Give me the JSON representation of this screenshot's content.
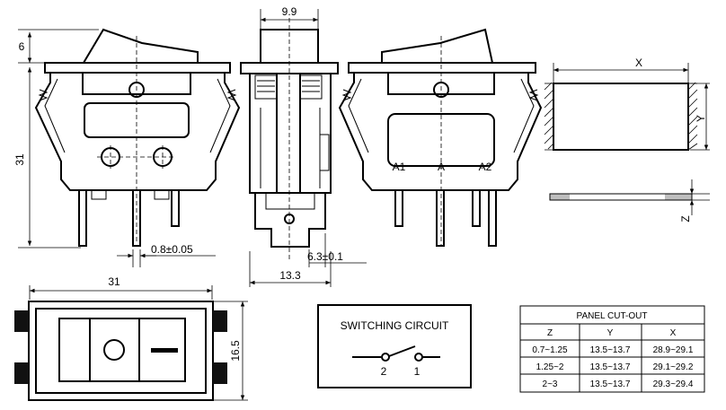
{
  "top_dims": {
    "width_9_9": "9.9",
    "height_6": "6",
    "height_31": "31",
    "pin_thickness": "0.8±0.05",
    "width_13_3": "13.3",
    "offset_6_3": "6.3±0.1"
  },
  "terminals": {
    "a1": "A1",
    "a": "A",
    "a2": "A2"
  },
  "panel_labels": {
    "x": "X",
    "y": "Y",
    "z": "Z"
  },
  "bottom_dims": {
    "width_31": "31",
    "height_16_5": "16.5"
  },
  "switching_circuit": {
    "title": "SWITCHING CIRCUIT",
    "pin_2": "2",
    "pin_1": "1"
  },
  "cutout_table": {
    "title": "PANEL CUT-OUT",
    "headers": [
      "Z",
      "Y",
      "X"
    ],
    "rows": [
      [
        "0.7~1.25",
        "13.5~13.7",
        "28.9~29.1"
      ],
      [
        "1.25~2",
        "13.5~13.7",
        "29.1~29.2"
      ],
      [
        "2~3",
        "13.5~13.7",
        "29.3~29.4"
      ]
    ]
  }
}
